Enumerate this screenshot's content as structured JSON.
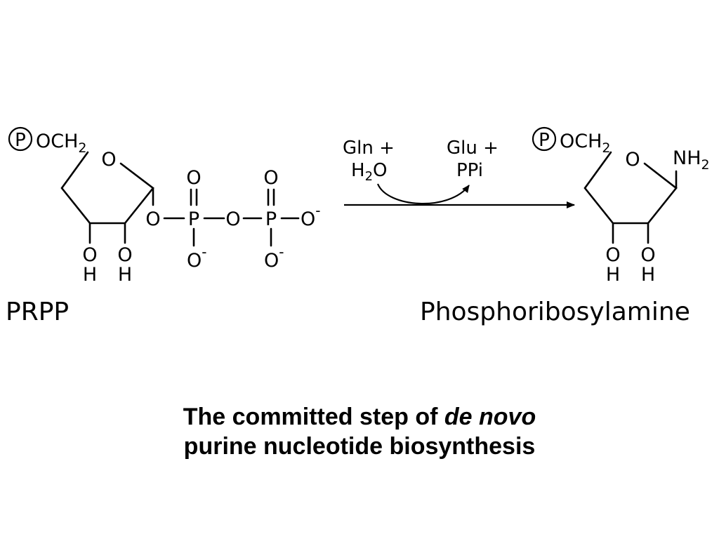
{
  "reactant": {
    "name": "PRPP",
    "phosphate_symbol": "P",
    "och2": "OCH",
    "och2_sub": "2",
    "ring_o": "O",
    "ring_oh1_o": "O",
    "ring_oh1_h": "H",
    "ring_oh2_o": "O",
    "ring_oh2_h": "H",
    "bridge_o1": "O",
    "p1": "P",
    "bridge_o2": "O",
    "p2": "P",
    "terminal_o": "O",
    "terminal_charge": "-",
    "p1_top_o": "O",
    "p2_top_o": "O",
    "p1_bottom_o": "O",
    "p1_bottom_charge": "-",
    "p2_bottom_o": "O",
    "p2_bottom_charge": "-"
  },
  "reaction": {
    "in_line1": "Gln +",
    "in_line2_h": "H",
    "in_line2_sub": "2",
    "in_line2_o": "O",
    "out_line1": "Glu +",
    "out_line2": "PPi"
  },
  "product": {
    "name": "Phosphoribosylamine",
    "phosphate_symbol": "P",
    "och2": "OCH",
    "och2_sub": "2",
    "ring_o": "O",
    "nh2": "NH",
    "nh2_sub": "2",
    "oh1_o": "O",
    "oh1_h": "H",
    "oh2_o": "O",
    "oh2_h": "H"
  },
  "caption": {
    "line1_prefix": "The committed step of ",
    "line1_italic": "de novo",
    "line2": "purine nucleotide biosynthesis"
  }
}
